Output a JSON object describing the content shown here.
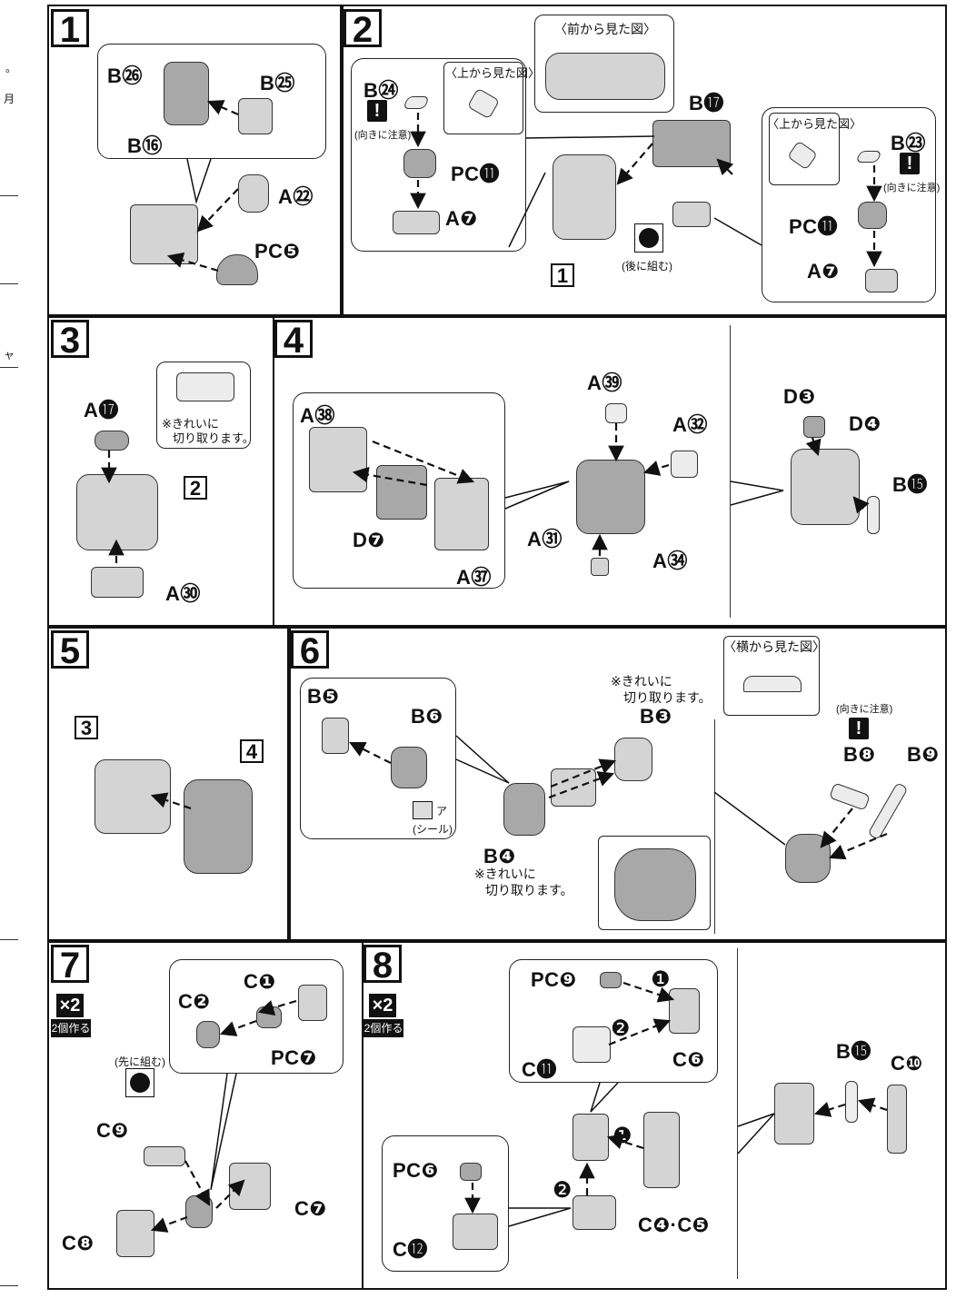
{
  "margin": {
    "glyphs": [
      "。",
      "月",
      "ャ"
    ]
  },
  "steps": {
    "s1": {
      "num": "1",
      "labels": {
        "b26": "B㉖",
        "b25": "B㉕",
        "b16": "B⑯",
        "a22": "A㉒",
        "pc5": "PC❺"
      }
    },
    "s2": {
      "num": "2",
      "view_top_left": "〈上から見た図〉",
      "view_front": "〈前から見た図〉",
      "view_top_right": "〈上から見た図〉",
      "labels": {
        "b24": "B㉔",
        "pc11_left": "PC⓫",
        "a7_left": "A❼",
        "b17": "B⓱",
        "b23": "B㉓",
        "pc11_right": "PC⓫",
        "a7_right": "A❼"
      },
      "caution_left": "(向きに注意)",
      "caution_right": "(向きに注意)",
      "later": "(後に組む)",
      "ref": "1"
    },
    "s3": {
      "num": "3",
      "labels": {
        "a17": "A⓱",
        "a30": "A㉚"
      },
      "cut_note_1": "※きれいに",
      "cut_note_2": "切り取ります。",
      "ref": "2"
    },
    "s4": {
      "num": "4",
      "labels": {
        "a38": "A㊳",
        "d7": "D❼",
        "a37": "A㊲",
        "a39": "A㊴",
        "a32": "A㉜",
        "a31": "A㉛",
        "a34": "A㉞",
        "d3": "D❸",
        "d4": "D❹",
        "b15": "B⓯"
      }
    },
    "s5": {
      "num": "5",
      "ref3": "3",
      "ref4": "4"
    },
    "s6": {
      "num": "6",
      "view_side": "〈横から見た図〉",
      "labels": {
        "b5": "B❺",
        "b6": "B❻",
        "b3": "B❸",
        "b4": "B❹",
        "b8": "B❽",
        "b9": "B❾"
      },
      "cut_note_a_1": "※きれいに",
      "cut_note_a_2": "切り取ります。",
      "cut_note_b_1": "※きれいに",
      "cut_note_b_2": "切り取ります。",
      "sticker_mark": "ア",
      "sticker": "(シール)",
      "caution": "(向きに注意)"
    },
    "s7": {
      "num": "7",
      "x2": "×2",
      "make2": "2個作る",
      "first": "(先に組む)",
      "labels": {
        "c1": "C❶",
        "c2": "C❷",
        "pc7": "PC❼",
        "c9": "C❾",
        "c7": "C❼",
        "c8": "C❽"
      }
    },
    "s8": {
      "num": "8",
      "x2": "×2",
      "make2": "2個作る",
      "labels": {
        "pc9": "PC❾",
        "c6": "C❻",
        "c11": "C⓫",
        "pc6": "PC❻",
        "c12": "C⓬",
        "c45": "C❹·C❺",
        "b15": "B⓯",
        "c10": "C❿"
      },
      "order1a": "❶",
      "order2a": "❷",
      "order1b": "❶",
      "order2b": "❷"
    }
  },
  "icons": [
    "warning-icon",
    "sticker-icon",
    "assemble-dot-icon"
  ],
  "colors": {
    "ink": "#111111",
    "part_fill": "#d4d4d4",
    "part_dark": "#a8a8a8"
  }
}
